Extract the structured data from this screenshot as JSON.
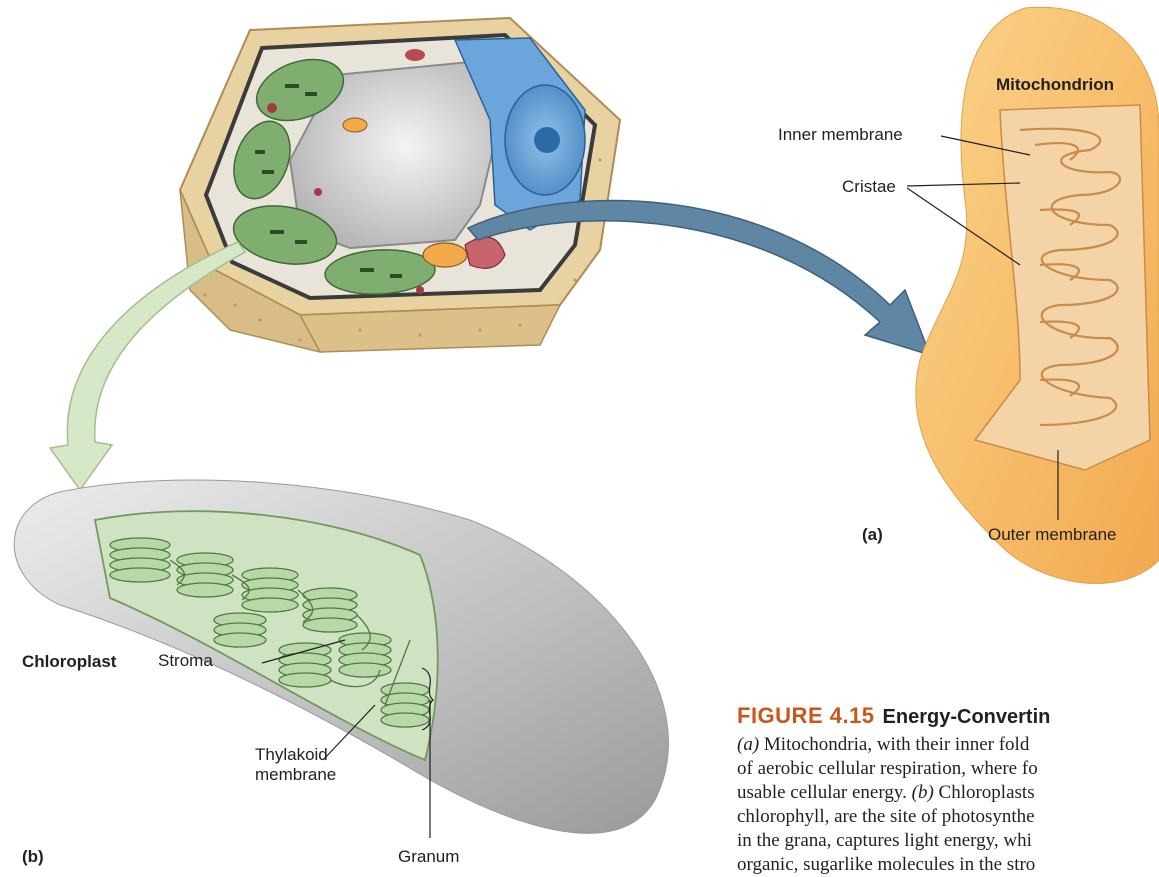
{
  "mitochondrion": {
    "title": "Mitochondrion",
    "inner_membrane": "Inner membrane",
    "cristae": "Cristae",
    "outer_membrane": "Outer membrane",
    "panel_label": "(a)"
  },
  "chloroplast": {
    "title": "Chloroplast",
    "stroma": "Stroma",
    "thylakoid_line1": "Thylakoid",
    "thylakoid_line2": "membrane",
    "granum": "Granum",
    "panel_label": "(b)"
  },
  "caption": {
    "figure_number": "FIGURE 4.15",
    "heading": "Energy-Convertin",
    "lines": [
      {
        "italic": "(a)",
        "text": " Mitochondria, with their inner fold"
      },
      {
        "italic": "",
        "text": "of aerobic cellular respiration, where fo"
      },
      {
        "italic": "",
        "text": "usable cellular energy. "
      },
      {
        "italic": "",
        "text": "chlorophyll, are the site of photosynthe"
      },
      {
        "italic": "",
        "text": "in the grana, captures light energy, whi"
      },
      {
        "italic": "",
        "text": "organic, sugarlike molecules in the stro"
      }
    ],
    "line3_italic": "(b)",
    "line3_tail": " Chloroplasts"
  },
  "colors": {
    "cell_wall": "#e9d2a1",
    "vacuole": "#c9c9c9",
    "nucleus": "#5b9bd5",
    "chloroplast_green": "#7fae70",
    "mito_orange": "#f7bd6a",
    "arrow_blue": "#5f87a4",
    "arrow_green": "#d6e8c8",
    "caption_orange": "#c8571a"
  }
}
